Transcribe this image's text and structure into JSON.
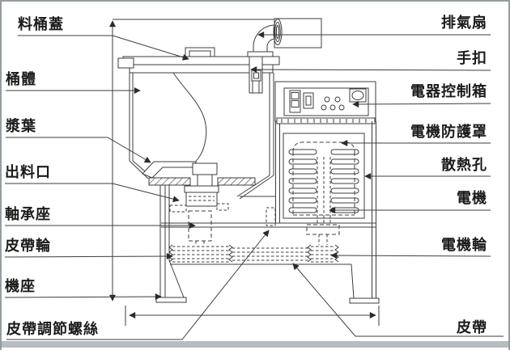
{
  "diagram": {
    "labels_left": [
      {
        "id": "barrel-lid",
        "text": "料桶蓋"
      },
      {
        "id": "barrel-body",
        "text": "桶體"
      },
      {
        "id": "paddle-blade",
        "text": "漿葉"
      },
      {
        "id": "discharge-outlet",
        "text": "出料口"
      },
      {
        "id": "bearing-seat",
        "text": "軸承座"
      },
      {
        "id": "belt-pulley",
        "text": "皮帶輪"
      },
      {
        "id": "machine-base",
        "text": "機座"
      },
      {
        "id": "belt-adjust-screw",
        "text": "皮帶調節螺絲"
      }
    ],
    "labels_right": [
      {
        "id": "exhaust-fan",
        "text": "排氣扇"
      },
      {
        "id": "hand-buckle",
        "text": "手扣"
      },
      {
        "id": "electric-control-box",
        "text": "電器控制箱"
      },
      {
        "id": "motor-guard",
        "text": "電機防護罩"
      },
      {
        "id": "heat-vent-holes",
        "text": "散熱孔"
      },
      {
        "id": "motor",
        "text": "電機"
      },
      {
        "id": "motor-pulley",
        "text": "電機輪"
      },
      {
        "id": "belt",
        "text": "皮帶"
      }
    ],
    "colors": {
      "line": "#3d3d3d",
      "text": "#1b1b1b",
      "frame": "#969da1",
      "bottom_bar": "#b7bcbe",
      "background": "#ffffff"
    }
  }
}
